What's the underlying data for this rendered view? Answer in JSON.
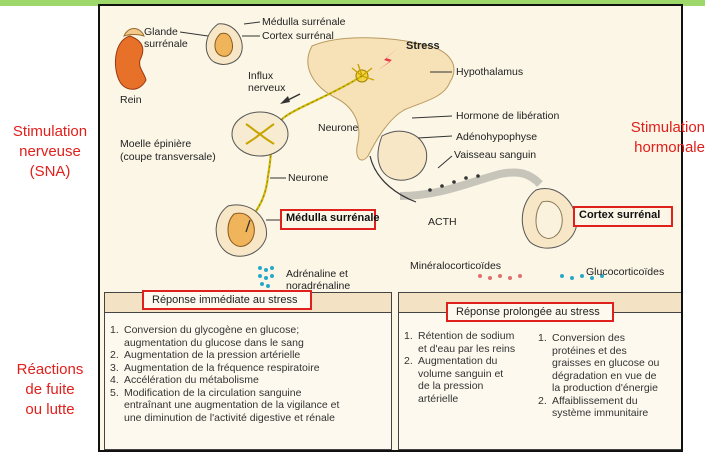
{
  "left_labels": {
    "stimulation_nerveuse": [
      "Stimulation",
      "nerveuse",
      "(SNA)"
    ],
    "reactions": [
      "Réactions",
      "de fuite",
      "ou lutte"
    ]
  },
  "right_labels": {
    "stimulation_hormonale": [
      "Stimulation",
      "hormonale"
    ]
  },
  "diagram": {
    "rein": "Rein",
    "glande_surrenale": "Glande surrénale",
    "medulla_top": "Médulla surrénale",
    "cortex_top": "Cortex surrénal",
    "stress": "Stress",
    "influx_nerveux": "Influx nerveux",
    "hypothalamus": "Hypothalamus",
    "hormone_liberation": "Hormone de libération",
    "neurone_top": "Neurone",
    "adenohypophyse": "Adénohypophyse",
    "moelle_epiniere": "Moelle épinière",
    "coupe_transversale": "(coupe transversale)",
    "vaisseau_sanguin": "Vaisseau sanguin",
    "neurone_mid": "Neurone",
    "medulla_boxed": "Médulla surrénale",
    "cortex_boxed": "Cortex surrénal",
    "acth": "ACTH",
    "mineralocorticoides": "Minéralocorticoïdes",
    "glucocorticoides": "Glucocorticoïdes",
    "adrenaline": "Adrénaline et",
    "noradrenaline": "noradrénaline"
  },
  "immediate": {
    "title": "Réponse immédiate au stress",
    "items": [
      {
        "n": "1.",
        "text": "Conversion du glycogène en glucose; augmentation du glucose dans le sang"
      },
      {
        "n": "2.",
        "text": "Augmentation de la pression artérielle"
      },
      {
        "n": "3.",
        "text": "Augmentation de la fréquence respiratoire"
      },
      {
        "n": "4.",
        "text": "Accélération du métabolisme"
      },
      {
        "n": "5.",
        "text": "Modification de la circulation sanguine entraînant une augmentation de la vigilance et une diminution de l'activité digestive et rénale"
      }
    ]
  },
  "prolonged": {
    "title": "Réponse prolongée au stress",
    "left_items": [
      {
        "n": "1.",
        "text": "Rétention de sodium et d'eau par les reins"
      },
      {
        "n": "2.",
        "text": "Augmentation du volume sanguin et de la pression artérielle"
      }
    ],
    "right_items": [
      {
        "n": "1.",
        "text": "Conversion des protéines et des graisses en glucose ou dégradation en vue de la production d'énergie"
      },
      {
        "n": "2.",
        "text": "Affaiblissement du système immunitaire"
      }
    ]
  },
  "colors": {
    "accent_red": "#e0201c",
    "top_bar": "#9fd86a",
    "panel_bg": "#fbf6e6",
    "kidney": "#e8712a",
    "adrenal": "#f2c98a",
    "brain": "#f7e2b8"
  }
}
